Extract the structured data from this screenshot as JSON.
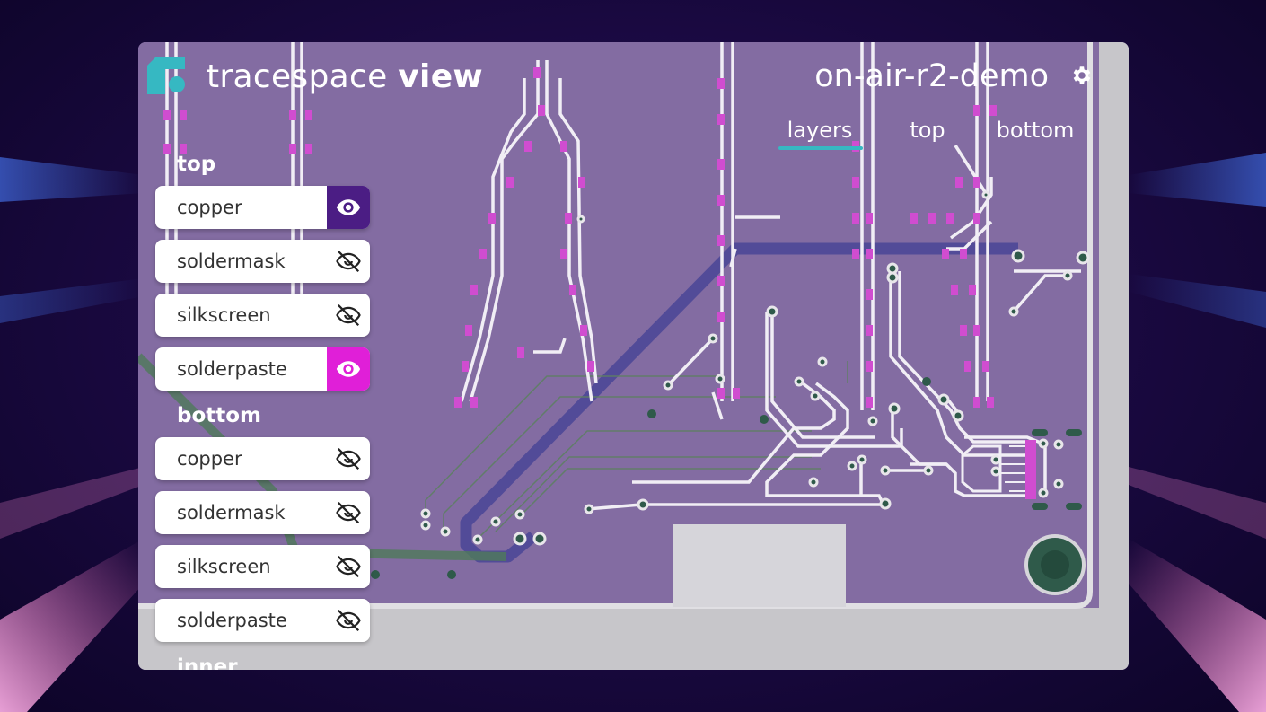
{
  "app": {
    "brand_light": "tracespace",
    "brand_bold": "view",
    "board_name": "on-air-r2-demo"
  },
  "tabs": [
    {
      "label": "layers",
      "active": true
    },
    {
      "label": "top",
      "active": false
    },
    {
      "label": "bottom",
      "active": false
    }
  ],
  "sidebar": {
    "groups": [
      {
        "title": "top",
        "layers": [
          {
            "label": "copper",
            "visible": true,
            "color": "#4b1d84"
          },
          {
            "label": "soldermask",
            "visible": false
          },
          {
            "label": "silkscreen",
            "visible": false
          },
          {
            "label": "solderpaste",
            "visible": true,
            "color": "#e01fd8"
          }
        ]
      },
      {
        "title": "bottom",
        "layers": [
          {
            "label": "copper",
            "visible": false
          },
          {
            "label": "soldermask",
            "visible": false
          },
          {
            "label": "silkscreen",
            "visible": false
          },
          {
            "label": "solderpaste",
            "visible": false
          }
        ]
      },
      {
        "title": "inner",
        "layers": []
      }
    ]
  },
  "icons": {
    "logo": "tracespace-logo-icon",
    "settings": "gear-icon",
    "visible": "eye-icon",
    "hidden": "eye-slash-icon"
  },
  "colors": {
    "accent": "#36b8c2",
    "board": "#9c84b6",
    "pad": "#d04dd0",
    "trace": "#f2f0f4",
    "bottom_trace": "#4a4596"
  }
}
